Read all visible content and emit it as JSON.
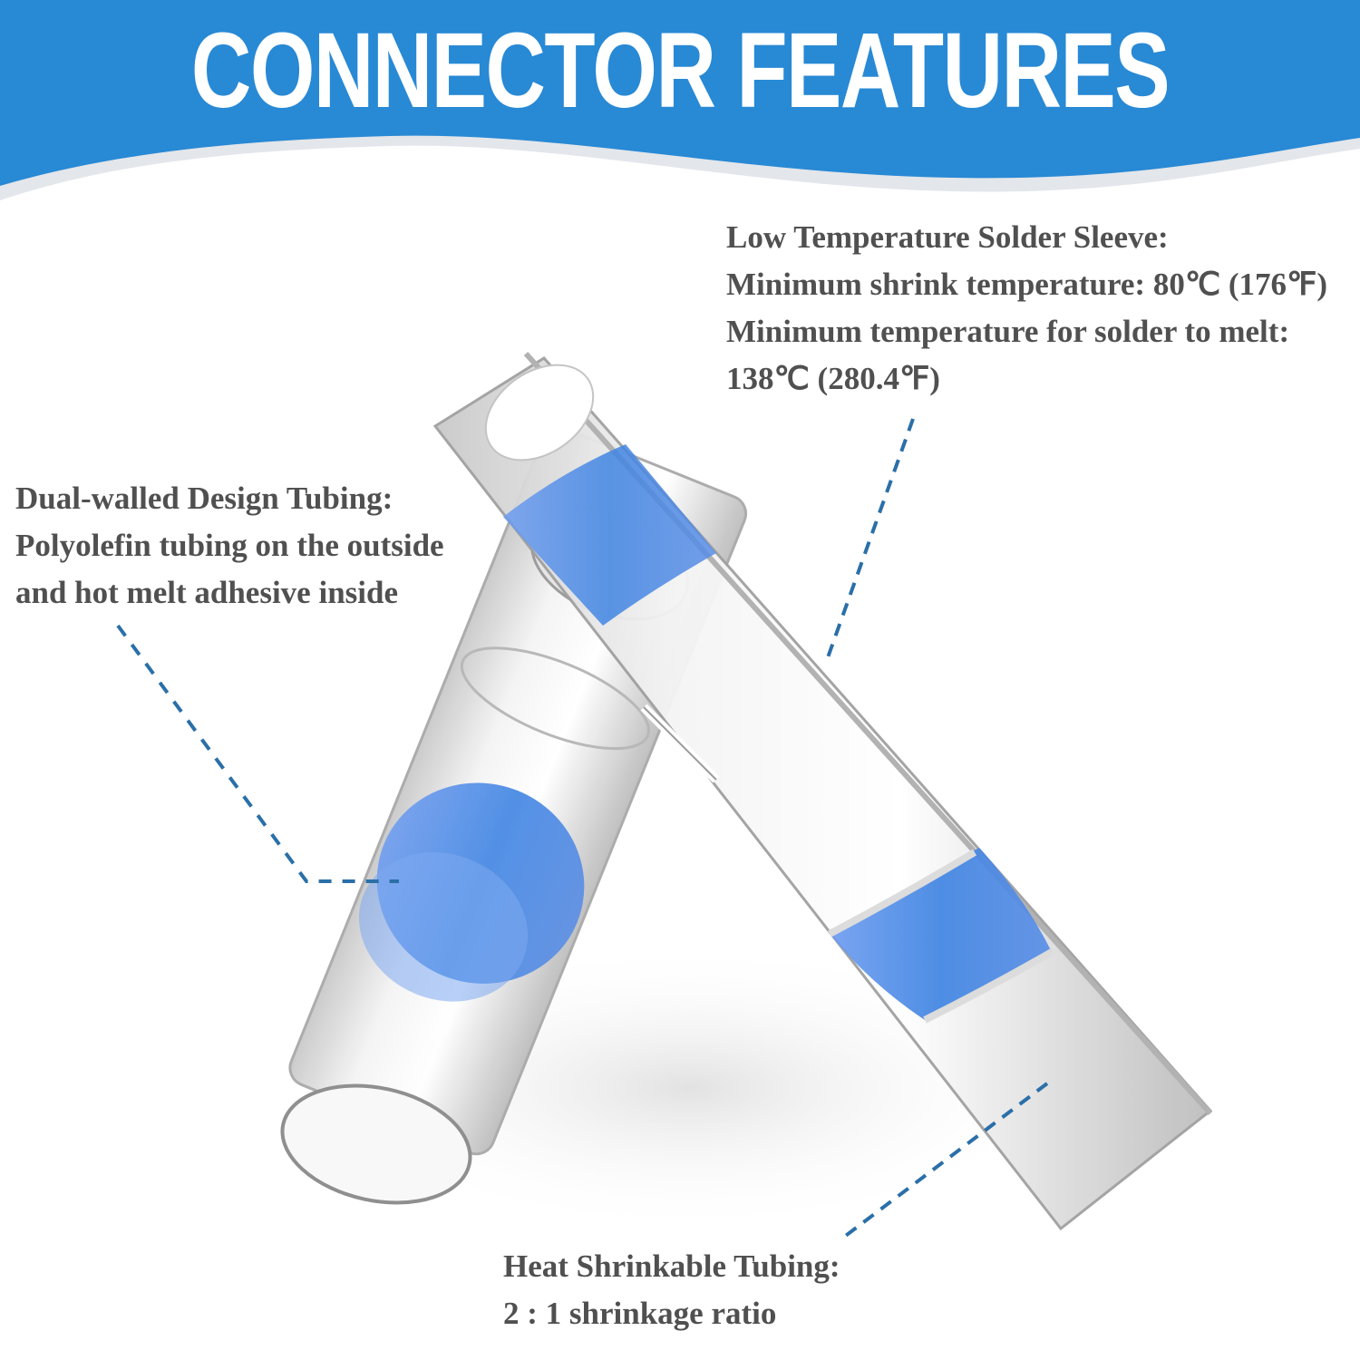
{
  "header": {
    "title": "CONNECTOR FEATURES",
    "background_color": "#2889d5",
    "title_color": "#ffffff"
  },
  "callouts": {
    "solder_sleeve": {
      "heading": "Low Temperature Solder Sleeve:",
      "lines": [
        "Minimum shrink temperature: 80℃ (176℉)",
        "Minimum temperature for solder to melt:",
        "138℃ (280.4℉)"
      ]
    },
    "dual_walled": {
      "heading": "Dual-walled Design Tubing:",
      "lines": [
        "Polyolefin tubing on the outside",
        "and hot melt adhesive inside"
      ]
    },
    "heat_shrink": {
      "heading": "Heat Shrinkable Tubing:",
      "lines": [
        "2 : 1 shrinkage ratio"
      ]
    }
  },
  "colors": {
    "leader_line": "#2a6fa8",
    "solder_band": "#3d86e0",
    "tube_edge": "#9a9a9a",
    "text": "#505050"
  }
}
